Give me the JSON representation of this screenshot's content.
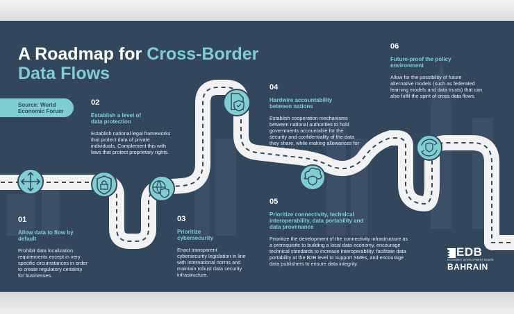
{
  "title": {
    "line1_white": "A Roadmap for ",
    "line1_accent": "Cross-Border",
    "line2_accent": "Data Flows"
  },
  "source": "Source: World Economic Forum",
  "colors": {
    "background": "#33475c",
    "accent": "#7fcfd0",
    "road": "#f2f2f2",
    "road_stripe": "#33475c",
    "icon_fill": "#7fcfd0",
    "text": "#ffffff"
  },
  "icons": [
    "arrows-move-icon",
    "shield-lock-icon",
    "globe-shield-icon",
    "document-shield-icon",
    "cloud-shield-icon",
    "refresh-shield-icon"
  ],
  "steps": [
    {
      "number": "01",
      "heading": "Allow data to flow by default",
      "body": "Prohibit data localization requirements except in very specific circumstances in order to create regulatory certainty for businesses."
    },
    {
      "number": "02",
      "heading": "Establish a level of data protection",
      "body": "Establish national legal frameworks that protect data of private individuals. Complement this with laws that protect proprietary rights."
    },
    {
      "number": "03",
      "heading": "Prioritize cybersecurity",
      "body": "Enact transparent cybersecurity legislation in line with international norms and maintain robust data security infrastructure."
    },
    {
      "number": "04",
      "heading": "Hardwire accountability between nations",
      "body": "Establish cooperation mechanisms between national authorities to hold governments accountable for the security and confidentiality of the data they share, while making allowances for compliance."
    },
    {
      "number": "05",
      "heading": "Prioritize connectivity, technical interoperability, data portability and data provenance",
      "body": "Prioritize the development of the connectivity infrastructure as a prerequisite to building a local data economy, encourage technical standards to increase interoperability, facilitate data portability at the B2B level to support SMEs, and encourage data publishers to ensure data integrity."
    },
    {
      "number": "06",
      "heading": "Future-proof the policy environment",
      "body": "Allow for the possibility of future alternative models (such as federated learning models and data trusts) that can also fulfil the spirit of cross data flows."
    }
  ],
  "logo": {
    "name": "EDB",
    "subtitle": "ECONOMIC DEVELOPMENT BOARD",
    "country": "BAHRAIN"
  }
}
